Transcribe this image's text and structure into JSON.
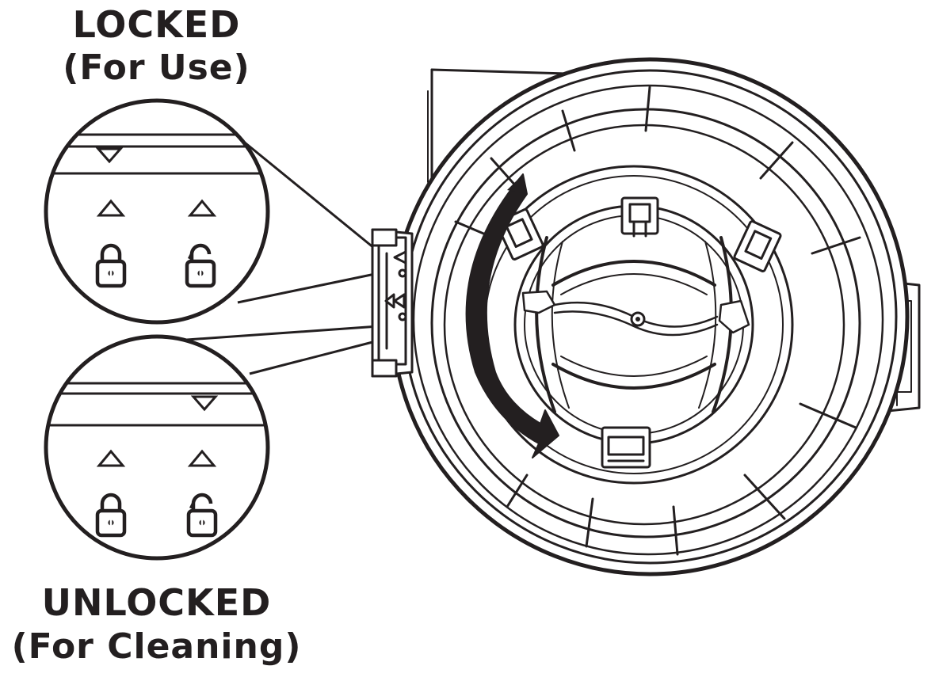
{
  "locked": {
    "title": "LOCKED",
    "subtitle": "(For Use)"
  },
  "unlocked": {
    "title": "UNLOCKED",
    "subtitle": "(For Cleaning)"
  },
  "colors": {
    "ink": "#231f20",
    "background": "#ffffff"
  },
  "icons": {
    "locked_padlock": "closed-padlock-icon",
    "unlocked_padlock": "open-padlock-icon",
    "indicator_pointer": "down-triangle-icon",
    "position_marker": "up-triangle-icon",
    "rotation_direction": "curved-arrow-icon"
  },
  "state_indicators": {
    "locked_view": "pointer aligned with closed padlock",
    "unlocked_view": "pointer aligned with open padlock"
  }
}
